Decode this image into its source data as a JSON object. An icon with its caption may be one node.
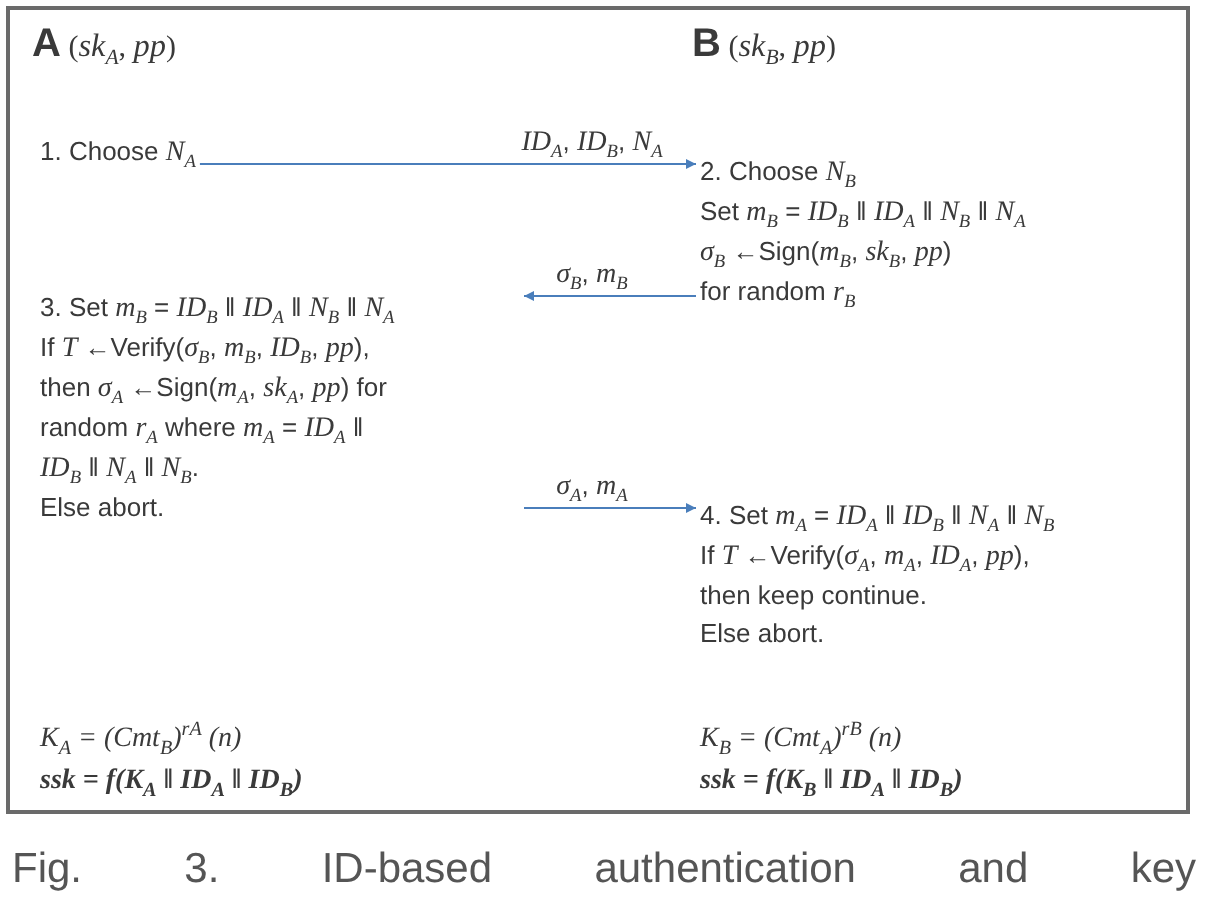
{
  "diagram": {
    "caption": "Fig. 3. ID-based authentication and key",
    "nodes": [
      {
        "text": [
          "**A** (*sk*$_{A}$, *pp*)",
          "**B** (*sk*$_{B}$, *pp*)",
          "*K*$_{A}$ = (*Cmt*$_{B}$)$^{rA}$ (*n*)",
          "ssk = f(K$_{A}$ ‖ ID$_{A}$ ‖ ID$_{B}$)",
          "*K*$_{B}$ = (*Cmt*$_{A}$)$^{rB}$ (*n*)",
          "ssk = f(K$_{B}$ ‖ ID$_{A}$ ‖ ID$_{B}$)"
        ]
      },
      {
        "text": [
          "1. Choose *N*$_{A}$"
        ],
        "in": 0
      },
      {
        "text": [
          "2. Choose *N*$_{B}$",
          "Set *m*$_{B}$ = *ID*$_{B}$ ‖ *ID*$_{A}$ ‖ *N*$_{B}$ ‖ *N*$_{A}$",
          "*σ*$_{B}$ ←Sign(*m*$_{B}$, *sk*$_{B}$, *pp*) for random *r*$_{B}$"
        ],
        "in": 0
      },
      {
        "text": [
          "3. Set *m*$_{B}$ = *ID*$_{B}$ ‖ *ID*$_{A}$ ‖ *N*$_{B}$ ‖ *N*$_{A}$",
          "If *T* ←Verify(*σ*$_{B}$, *m*$_{B}$, *ID*$_{B}$, *pp*), then *σ*$_{A}$ ←Sign(*m*$_{A}$, *sk*$_{A}$, *pp*) for random *r*$_{A}$ where *m*$_{A}$ = *ID*$_{A}$ ‖ *ID*$_{B}$ ‖ *N*$_{A}$ ‖ *N*$_{B}$.",
          "Else abort."
        ],
        "in": 0
      },
      {
        "text": [
          "4. Set *m*$_{A}$ = *ID*$_{A}$ ‖ *ID*$_{B}$ ‖ *N*$_{A}$ ‖ *N*$_{B}$",
          "If *T* ←Verify(*σ*$_{A}$, *m*$_{A}$, *ID*$_{A}$, *pp*), then keep continue.",
          "Else abort."
        ],
        "in": 0
      }
    ],
    "edges": [
      {
        "from": 1,
        "to": 2,
        "arrow": "to",
        "label": "*ID*$_{A}$, *ID*$_{B}$, *N*$_{A}$"
      },
      {
        "from": 2,
        "to": 3,
        "arrow": "to",
        "label": "*σ*$_{B}$, *m*$_{B}$"
      },
      {
        "from": 3,
        "to": 4,
        "arrow": "to",
        "label": "*σ*$_{A}$, *m*$_{A}$"
      }
    ]
  }
}
